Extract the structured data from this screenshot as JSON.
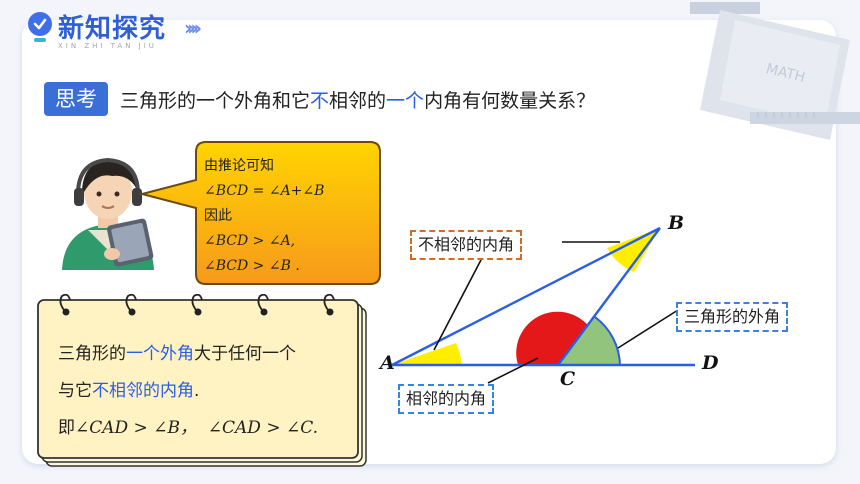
{
  "header": {
    "title": "新知探究",
    "pinyin": "XIN ZHI TAN JIU",
    "arrows": "››››"
  },
  "question": {
    "tag": "思考",
    "part1": "三角形的一个外角和它",
    "highlight1": "不",
    "part2": "相邻的",
    "highlight2": "一个",
    "part3": "内角有何数量关系？"
  },
  "bubble": {
    "line1": "由推论可知",
    "line2": "∠BCD = ∠A+∠B",
    "line3": "因此",
    "line4": "∠BCD > ∠A,",
    "line5": "∠BCD > ∠B ."
  },
  "note": {
    "l1_a": "三角形的",
    "l1_b": "一个外角",
    "l1_c": "大于任何一个",
    "l2_a": "与它",
    "l2_b": "不相邻的内角",
    "l2_c": ".",
    "l3_a": "即",
    "l3_b": "∠CAD > ∠B，",
    "l3_c": "∠CAD > ∠C."
  },
  "figure": {
    "label_nonadjacent": "不相邻的内角",
    "label_exterior": "三角形的外角",
    "label_adjacent": "相邻的内角",
    "point_A": "A",
    "point_B": "B",
    "point_C": "C",
    "point_D": "D"
  },
  "colors": {
    "accent_blue": "#2a5de8",
    "bubble_orange": "#f7a21b",
    "notebook_yellow": "#fff3c4",
    "angle_yellow": "#ffee00",
    "angle_red": "#e41818",
    "angle_green": "#93c47d"
  }
}
